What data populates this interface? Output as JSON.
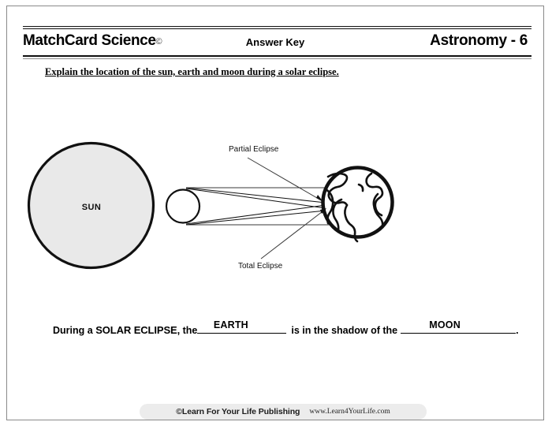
{
  "header": {
    "brand": "MatchCard Science",
    "brand_copyright": "©",
    "doc_type": "Answer Key",
    "subject": "Astronomy - 6"
  },
  "instruction": "Explain the location of the sun, earth and moon during a solar eclipse.",
  "diagram": {
    "sun_label": "SUN",
    "partial_eclipse_label": "Partial Eclipse",
    "total_eclipse_label": "Total Eclipse",
    "sun_fill": "#e9e9e9",
    "sun_stroke": "#111111",
    "moon_fill": "#ffffff",
    "moon_stroke": "#111111",
    "earth_stroke": "#111111",
    "ray_stroke": "#333333"
  },
  "sentence": {
    "lead": "During a",
    "event": "SOLAR ECLIPSE,",
    "the_1": "the",
    "answer_1": "EARTH",
    "middle": "is in the shadow of the",
    "answer_2": "MOON",
    "period": "."
  },
  "footer": {
    "publisher": "©Learn For Your Life Publishing",
    "website": "www.Learn4YourLife.com"
  }
}
